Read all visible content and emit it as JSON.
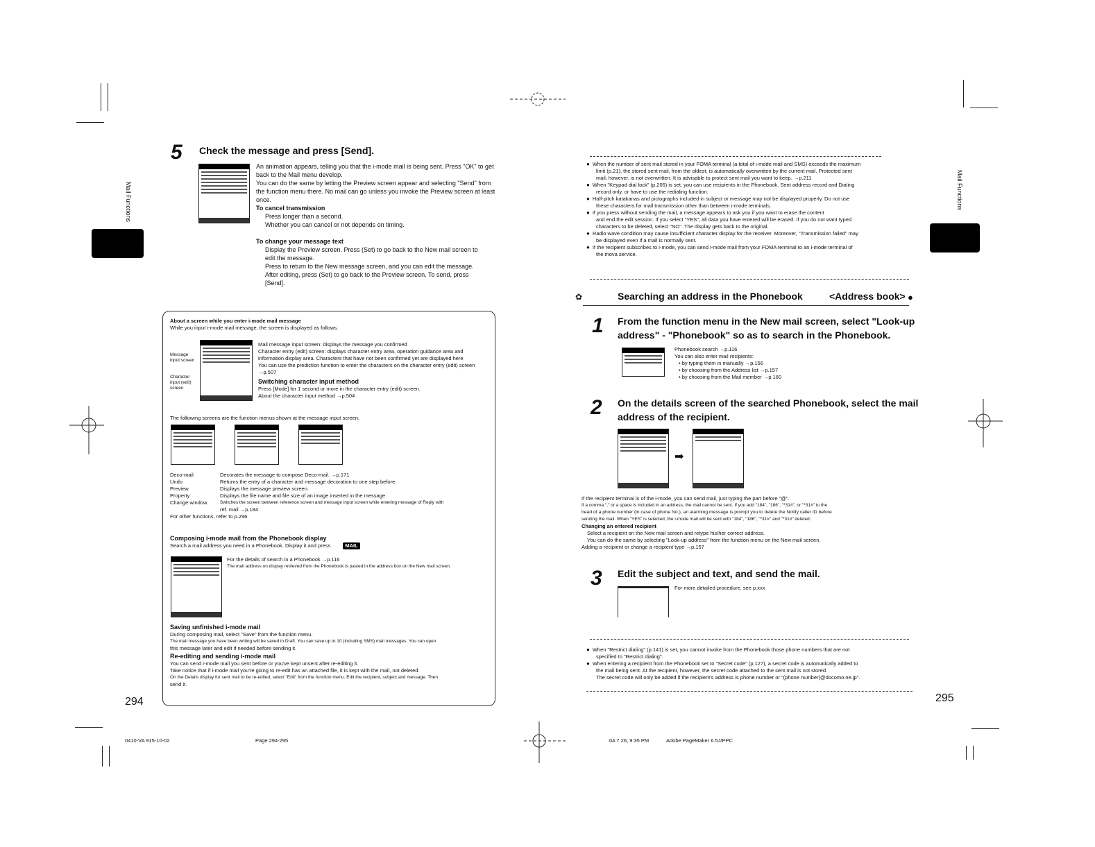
{
  "left": {
    "side_label": "Mail Functions",
    "page_number": "294",
    "step5": {
      "num": "5",
      "title": "Check the message and press [Send].",
      "body": [
        "An animation appears, telling you that the i-mode mail is being sent. Press \"OK\" to get",
        "back to the Mail menu develop.",
        "You can do the same by letting the Preview screen appear and selecting \"Send\" from",
        "the function menu there. No mail can go unless you invoke the Preview screen at least",
        "once."
      ],
      "cancel_head": "To cancel transmission",
      "cancel_lines": [
        "Press longer than a second.",
        "Whether you can cancel or not depends on timing."
      ],
      "change_head": "To change your message text",
      "change_lines": [
        "Display the Preview screen. Press (Set) to go back to the New mail screen to",
        "edit the message.",
        "Press to return to the New message screen, and you can edit the message.",
        "After editing, press (Set) to go back to the Preview screen. To send, press",
        "[Send]."
      ]
    },
    "box": {
      "title": "About a screen while you enter i-mode mail message",
      "intro": "While you input i-mode mail message, the screen is displayed as follows.",
      "label_msg": "Message input screen",
      "label_char": "Character input (edit) screen",
      "desc": [
        "Mail message input screen: displays the message you confirmed",
        "Character entry (edit) screen: displays character entry area, operation guidance area and",
        "information display area. Characters that have not been confirmed yet are displayed here",
        "You can use the prediction function to enter the characters on the character entry (edit) screen",
        "→p.507"
      ],
      "switch_head": "Switching character input method",
      "switch_lines": [
        "Press [Mode] for 1 second or more in the character entry (edit) screen.",
        "About the character input method →p.504"
      ],
      "menus_intro": "The following screens are the function menus shown at the message input screen.",
      "func_rows": [
        {
          "name": "Deco-mail",
          "desc": "Decorates the message to compose Deco-mail. →p.171"
        },
        {
          "name": "Undo",
          "desc": "Returns the entry of a character and message decoration to one step before."
        },
        {
          "name": "Preview",
          "desc": "Displays the message preview screen."
        },
        {
          "name": "Property",
          "desc": "Displays the file name and file size of an image inserted in the message"
        },
        {
          "name": "Change window",
          "desc": "Switches the screen between reference screen and message input screen while entering message of Reply with"
        }
      ],
      "func_tail": "ref. mail →p.184",
      "func_other": "For other functions, refer to p.296",
      "compose_head": "Composing i-mode mail from the Phonebook display",
      "compose_line": "Search a mail address you need in a Phonebook. Display it and press",
      "compose_key": "MAIL",
      "compose_desc": [
        "For the details of search in a Phonebook →p.116",
        "The mail address on display retrieved from the Phonebook is pasted in the address box on the New mail screen."
      ],
      "save_head": "Saving unfinished i-mode mail",
      "save_lines": [
        "During composing mail, select \"Save\" from the function menu.",
        "The mail message you have been writing will be saved in Draft. You can save up to 10 (including SMS) mail messages. You can open",
        "this message later and edit if needed before sending it."
      ],
      "reedit_head": "Re-editing and sending i-mode mail",
      "reedit_lines": [
        "You can send i-mode mail you sent before or you've kept unsent after re-editing it.",
        "Take notice that if i-mode mail you're going to re-edit has an attached file, it is kept with the mail, not deleted.",
        "On the Details display for sent mail to be re-edited, select \"Edit\" from the function menu. Edit the recipient, subject and message. Then",
        "send it."
      ]
    },
    "footer_code": "0410-VA 915-10-02",
    "footer_page": "Page 294-295"
  },
  "right": {
    "side_label": "Mail Functions",
    "page_number": "295",
    "notes_top": [
      [
        "When the number of sent mail stored in your FOMA terminal (a total of i-mode mail and SMS) exceeds the maximum",
        "limit (p.21), the stored sent mail, from the oldest, is automatically overwritten by the current mail. Protected sent",
        "mail, however, is not overwritten. It is advisable to protect sent mail you want to keep. →p.211"
      ],
      [
        "When \"Keypad dial lock\" (p.205) is set, you can use recipients in the Phonebook, Sent address record and Dialing",
        "record only, or have to use the redialing function."
      ],
      [
        "Half-pitch katakanas and pictographs included in subject or message may not be displayed properly. Do not use",
        "these characters for mail transmission other than between i-mode terminals."
      ],
      [
        "If you press without sending the mail, a message appears to ask you if you want to erase the content",
        "and end the edit session. If you select \"YES\", all data you have entered will be erased. If you do not want typed",
        "characters to be deleted, select \"NO\". The display gets back to the original."
      ],
      [
        "Radio wave condition may cause insufficient character display for the receiver. Moreover, \"Transmission failed\" may",
        "be displayed even if a mail is normally sent."
      ],
      [
        "If the recipient subscribes to i-mode, you can send i-mode mail from your FOMA terminal to an i-mode terminal of",
        "the mova service."
      ]
    ],
    "section_title": "Searching an address in the Phonebook",
    "section_tag": "<Address book>",
    "step1": {
      "num": "1",
      "title_l1": "From the function menu in the New mail screen, select \"Look-up",
      "title_l2": "address\" - \"Phonebook\" so as to search in the Phonebook.",
      "lines": [
        "Phonebook search →p.116",
        "You can also enter mail recipients:"
      ],
      "bullets": [
        "by typing them in manually →p.156",
        "by choosing from the Address list →p.157",
        "by choosing from the Mail member →p.160"
      ]
    },
    "step2": {
      "num": "2",
      "title_l1": "On the details screen of the searched Phonebook, select the mail",
      "title_l2": "address of the recipient.",
      "arrow": "➡",
      "lines": [
        "If the recipient terminal is of the i-mode, you can send mail, just typing the part before \"@\".",
        "If a comma \",\" or a space is included in an address, the mail cannot be sent. If you add \"184\", \"186\", \"*31#\", or \"*31#\" to the",
        "head of a phone number (in case of phone No.), an alarming message is prompt you to delete the Notify caller ID before",
        "sending the mail. When \"YES\" is selected, the i-mode mail will be sent with \"184\", \"186\", \"*31#\" and \"*31#\" deleted."
      ],
      "change_head": "Changing an entered recipient",
      "change_lines": [
        "Select a recipient on the New mail screen and retype his/her correct address.",
        "You can do the same by selecting \"Look-up address\" from the function menu on the New mail screen.",
        "Adding a recipient or change a recipient type →p.157"
      ]
    },
    "step3": {
      "num": "3",
      "title": "Edit the subject and text, and send the mail.",
      "note": "For more detailed procedure, see p.xxx"
    },
    "notes_bottom": [
      [
        "When \"Restrict dialing\" (p.141) is set, you cannot invoke from the Phonebook those phone numbers that are not",
        "specified to \"Restrict dialing\"."
      ],
      [
        "When entering a recipient from the Phonebook set to \"Secret code\" (p.127), a secret code is automatically added to",
        "the mail being sent. At the recipient, however, the secret code attached to the sent mail is not stored.",
        "The secret code will only be added if the recipient's address is phone number or \"(phone number)@docomo.ne.jp\"."
      ]
    ],
    "footer_date": "04.7.26, 9:35 PM",
    "footer_app": "Adobe PageMaker 6.5J/PPC"
  }
}
